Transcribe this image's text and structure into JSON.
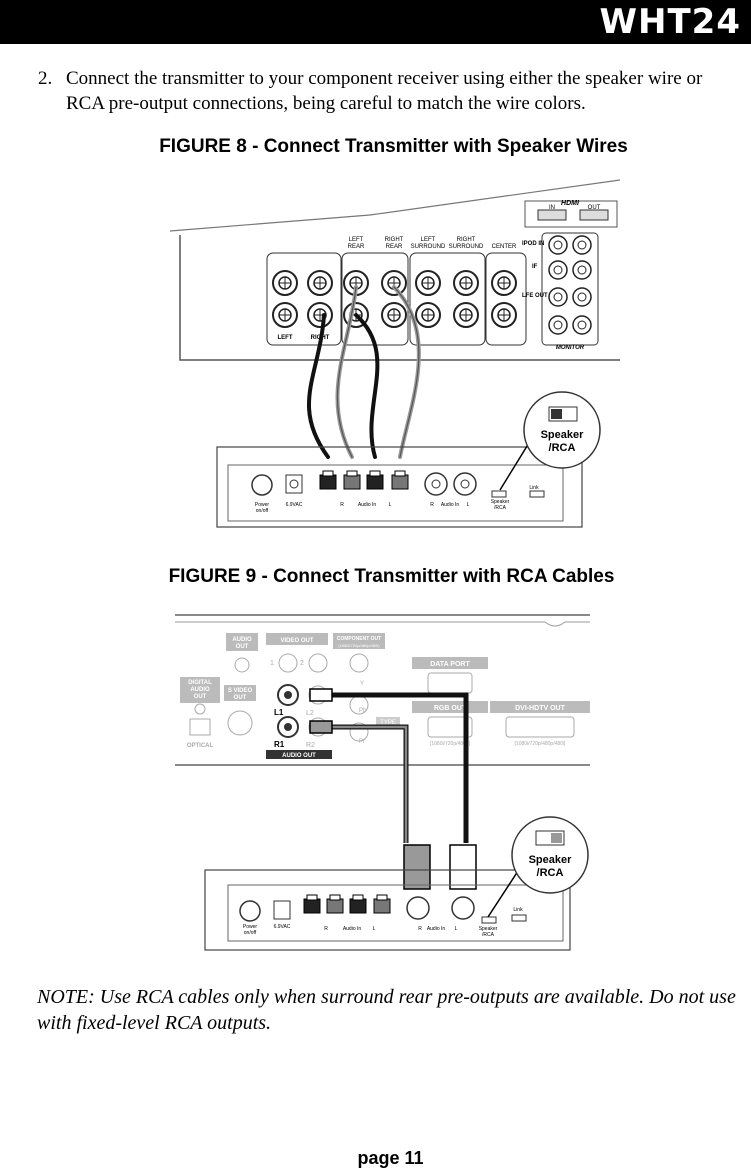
{
  "header": {
    "title": "WHT24"
  },
  "step": {
    "number": "2.",
    "text": "Connect the transmitter to your component receiver using either the speaker wire or RCA pre-output connections, being careful to match the wire colors."
  },
  "figure8": {
    "title": "FIGURE 8 - Connect Transmitter with Speaker Wires",
    "receiver": {
      "hdmi": "HDMI",
      "in": "IN",
      "out": "OUT",
      "left_rear": [
        "LEFT",
        "REAR"
      ],
      "right_rear": [
        "RIGHT",
        "REAR"
      ],
      "left_surround": [
        "LEFT",
        "SURROUND"
      ],
      "right_surround": [
        "RIGHT",
        "SURROUND"
      ],
      "center": "CENTER",
      "ipod_in": "IPOD IN",
      "if": "IF",
      "lfe_out": "LFE OUT",
      "left": "LEFT",
      "right": "RIGHT",
      "monitor": "MONITOR"
    },
    "transmitter": {
      "power": [
        "Power",
        "on/off"
      ],
      "vac": "6.9VAC",
      "audio_in_speaker": "Audio In",
      "r": "R",
      "l": "L",
      "audio_in_rca": "Audio In",
      "speaker_rca": [
        "Speaker",
        "/RCA"
      ],
      "link": "Link"
    },
    "callout": [
      "Speaker",
      "/RCA"
    ]
  },
  "figure9": {
    "title": "FIGURE 9 - Connect Transmitter with RCA Cables",
    "source": {
      "audio_out_top": [
        "AUDIO",
        "OUT"
      ],
      "video_out": "VIDEO OUT",
      "component_out": [
        "COMPONENT OUT",
        "(1080i/720p/480p/480i)"
      ],
      "digital_audio_out": [
        "DIGITAL",
        "AUDIO",
        "OUT"
      ],
      "s_video_out": [
        "S VIDEO",
        "OUT"
      ],
      "optical": "OPTICAL",
      "data_port": "DATA PORT",
      "rgb_out": "RGB OUT",
      "dvi_hdtv_out": "DVI-HDTV OUT",
      "rgb_res": "[1080i/720p/480p]",
      "dvi_res": "[1080i/720p/480p/480i]",
      "l1": "L1",
      "l2": "L2",
      "r1": "R1",
      "r2": "R2",
      "one": "1",
      "two": "2",
      "y": "Y",
      "pb": "Pb",
      "pr": "Pr",
      "type": "TYPE",
      "audio_out_bottom": "AUDIO OUT"
    },
    "transmitter": {
      "power": [
        "Power",
        "on/off"
      ],
      "vac": "6.9VAC",
      "audio_in_speaker": "Audio In",
      "r": "R",
      "l": "L",
      "audio_in_rca": "Audio In",
      "speaker_rca": [
        "Speaker",
        "/RCA"
      ],
      "link": "Link"
    },
    "callout": [
      "Speaker",
      "/RCA"
    ]
  },
  "note": "NOTE: Use RCA cables only when surround rear pre-outputs are available. Do not use with fixed-level RCA outputs.",
  "footer": {
    "page": "page 11"
  }
}
